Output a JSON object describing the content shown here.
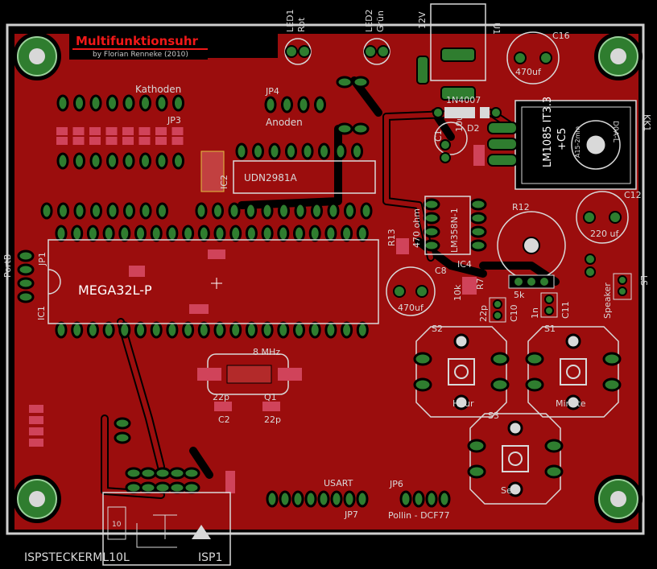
{
  "title": "Multifunktionsuhr",
  "subtitle": "by Florian Renneke (2010)",
  "colors": {
    "background": "#000000",
    "copper": "#9b0d0d",
    "copper_dark": "#6e0808",
    "pad_green": "#2f7d2f",
    "silk": "#d9d9d9",
    "title": "#f01818",
    "smd_pad": "#d0435a"
  },
  "labels": {
    "led1": "LED1",
    "rot": "Rot",
    "led2": "LED2",
    "gruen": "Grün",
    "v12": "12V",
    "u1": "U1",
    "c16": "C16",
    "cap470a": "470uf",
    "n4007": "1N4007",
    "d2": "D2",
    "c1": "C1",
    "nu10": "10u",
    "kathoden": "Kathoden",
    "jp3": "JP3",
    "jp4": "JP4",
    "anoden": "Anoden",
    "udn": "UDN2981A",
    "ic2": "IC2",
    "lm1085": "LM1085 IT3.3",
    "c5": "+C5",
    "kk1": "KK1",
    "d0a": "D0A-L",
    "a15": "A15-2mm",
    "c12": "C12",
    "cap220": "220 uf",
    "r12": "R12",
    "r13": "R13",
    "r470": "470 ohm",
    "lm": "LM358N-1",
    "ic4": "IC4",
    "c8": "C8",
    "cap470b": "470uf",
    "k10": "10k",
    "r7": "R7",
    "k5": "5k",
    "p22": "22p",
    "c10": "C10",
    "n1": "1n",
    "c11": "C11",
    "speaker": "Speaker",
    "ls": "LS",
    "portb": "PortB",
    "jp1": "JP1",
    "mega": "MEGA32L-P",
    "ic1": "IC1",
    "mhz": "8 MHz",
    "p22a": "22p",
    "c2": "C2",
    "q1": "Q1",
    "p22b": "22p",
    "s2": "S2",
    "hour": "Hour",
    "s1": "S1",
    "minute": "Minute",
    "s3": "S3",
    "set": "Set",
    "usart": "USART",
    "jp7": "JP7",
    "jp6": "JP6",
    "pollin": "Pollin - DCF77",
    "isp_label": "ISPSTECKERML10L",
    "isp1": "ISP1",
    "isp_num": "10"
  }
}
